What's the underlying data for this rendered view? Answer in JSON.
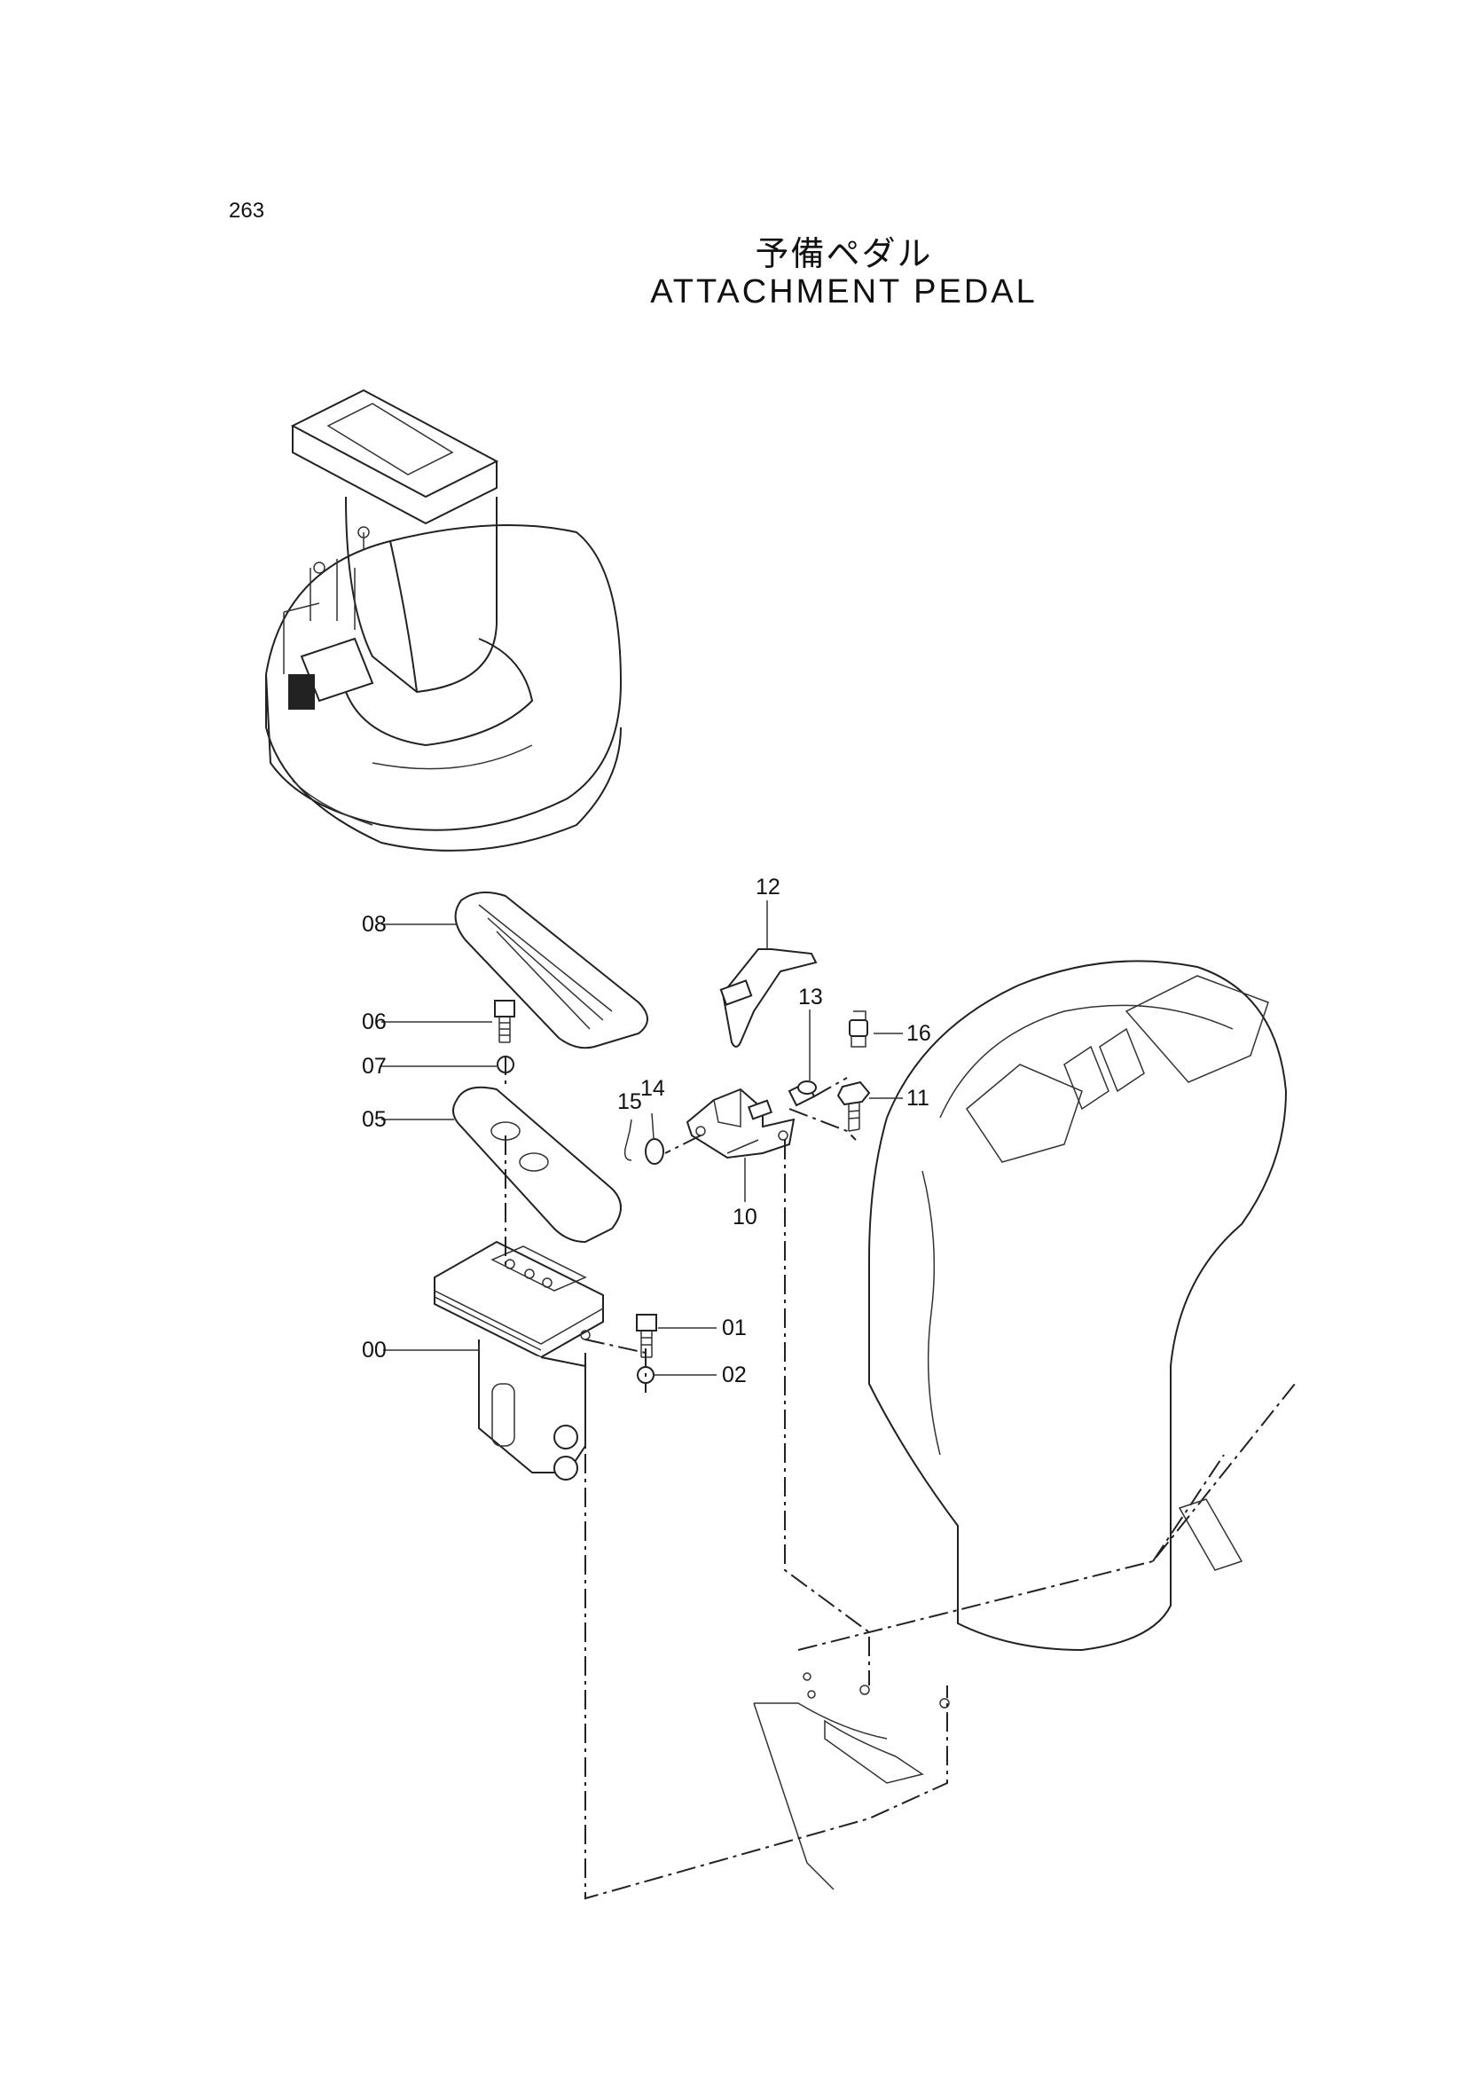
{
  "page": {
    "number": "263",
    "title_jp": "予備ペダル",
    "title_en": "ATTACHMENT  PEDAL"
  },
  "callouts": [
    {
      "id": "00",
      "label": "00"
    },
    {
      "id": "01",
      "label": "01"
    },
    {
      "id": "02",
      "label": "02"
    },
    {
      "id": "05",
      "label": "05"
    },
    {
      "id": "06",
      "label": "06"
    },
    {
      "id": "07",
      "label": "07"
    },
    {
      "id": "08",
      "label": "08"
    },
    {
      "id": "10",
      "label": "10"
    },
    {
      "id": "11",
      "label": "11"
    },
    {
      "id": "12",
      "label": "12"
    },
    {
      "id": "13",
      "label": "13"
    },
    {
      "id": "14",
      "label": "14"
    },
    {
      "id": "15",
      "label": "15"
    },
    {
      "id": "16",
      "label": "16"
    }
  ]
}
